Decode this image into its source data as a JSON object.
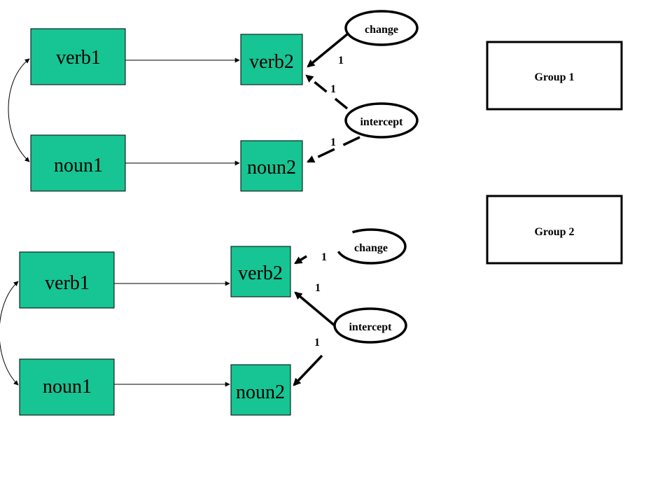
{
  "colors": {
    "box_fill": "#17c493",
    "stroke": "#000000",
    "background": "#ffffff"
  },
  "groups": [
    {
      "label": "Group 1",
      "nodes": {
        "verb1": "verb1",
        "noun1": "noun1",
        "verb2": "verb2",
        "noun2": "noun2"
      },
      "latents": {
        "change": "change",
        "intercept": "intercept"
      },
      "loadings": {
        "change_verb2": "1",
        "intercept_verb2": "1",
        "intercept_noun2": "1"
      }
    },
    {
      "label": "Group 2",
      "nodes": {
        "verb1": "verb1",
        "noun1": "noun1",
        "verb2": "verb2",
        "noun2": "noun2"
      },
      "latents": {
        "change": "change",
        "intercept": "intercept"
      },
      "loadings": {
        "change_verb2": "1",
        "intercept_verb2": "1",
        "intercept_noun2": "1"
      }
    }
  ]
}
